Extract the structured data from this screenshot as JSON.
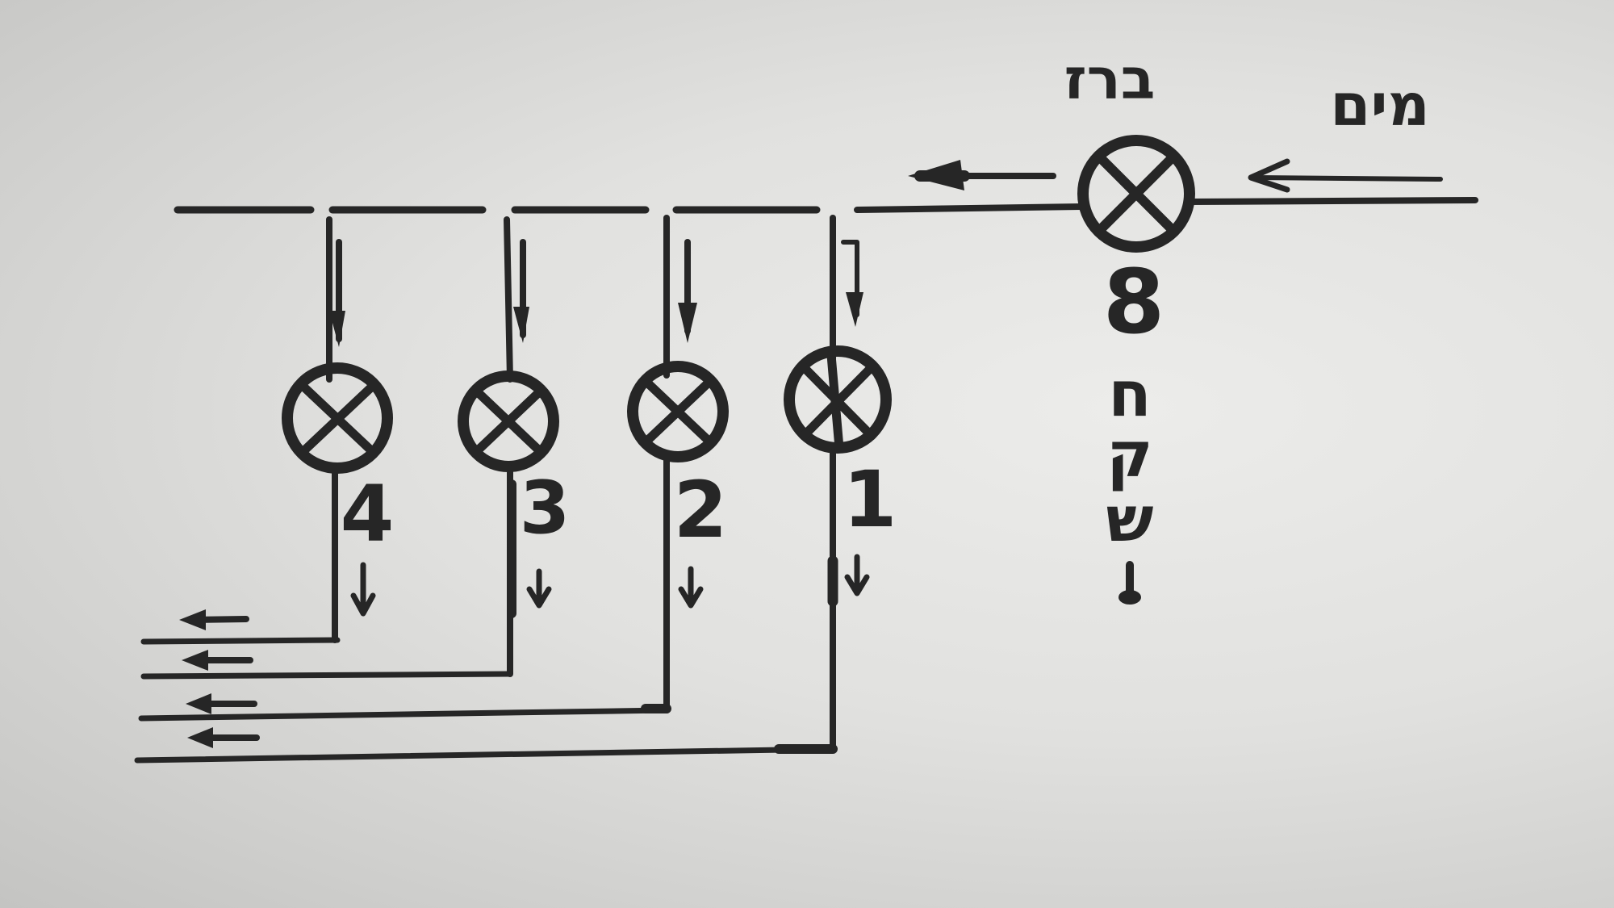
{
  "diagram": {
    "inlet_label": "מים",
    "main_valve_label": "ברז",
    "main_valve_number": "8",
    "main_valve_vertical_label": [
      "ח",
      "ק",
      "ש"
    ],
    "branch_valves": [
      {
        "number": "4"
      },
      {
        "number": "3"
      },
      {
        "number": "2"
      },
      {
        "number": "1"
      }
    ],
    "colors": {
      "ink": "#262626",
      "paper": "#e6e6e4"
    }
  }
}
